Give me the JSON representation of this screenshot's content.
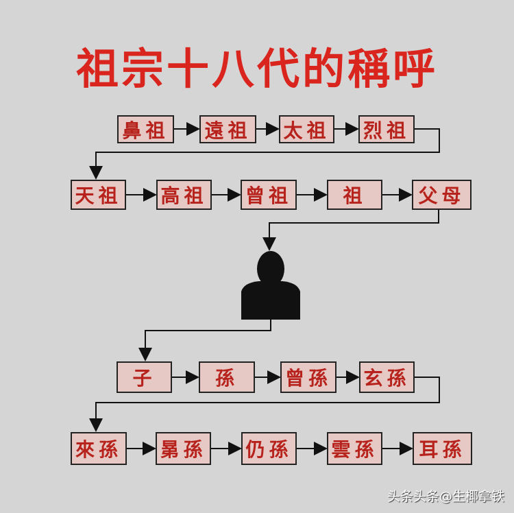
{
  "title": "祖宗十八代的稱呼",
  "ancestors_row1": [
    "鼻祖",
    "遠祖",
    "太祖",
    "烈祖"
  ],
  "ancestors_row2": [
    "天祖",
    "高祖",
    "曾祖",
    "祖",
    "父母"
  ],
  "self_icon": "person-silhouette-icon",
  "descendants_row1": [
    "子",
    "孫",
    "曾孫",
    "玄孫"
  ],
  "descendants_row2": [
    "來孫",
    "晜孫",
    "仍孫",
    "雲孫",
    "耳孫"
  ],
  "watermark": "头条头条@生椰拿铁"
}
